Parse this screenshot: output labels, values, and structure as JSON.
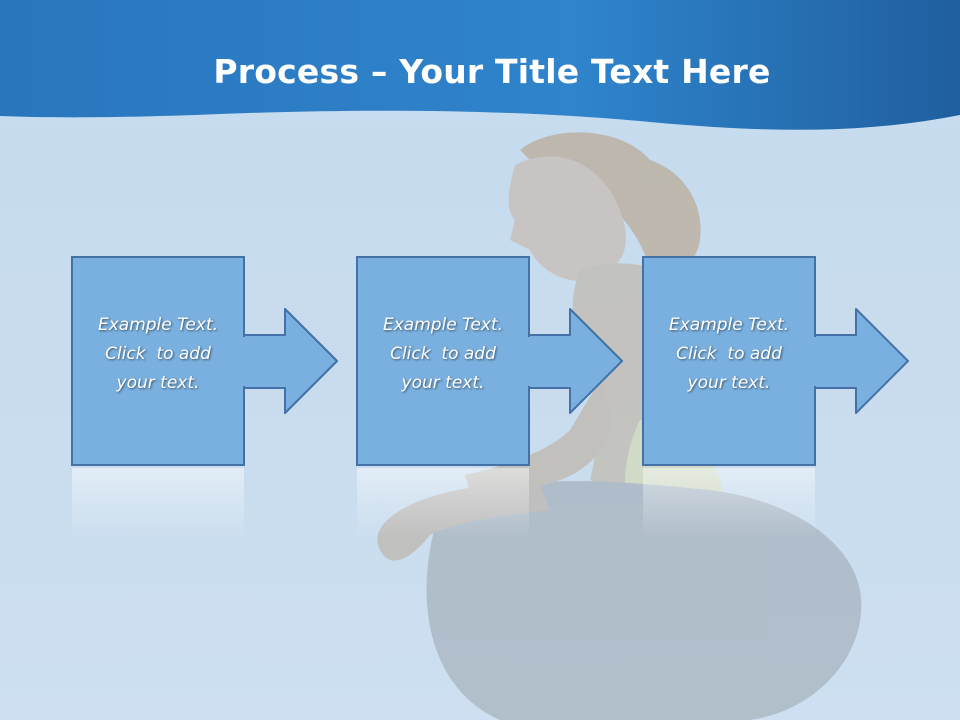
{
  "slide": {
    "title_bold": "Process",
    "title_rest": " – Your Title Text Here",
    "steps": [
      {
        "lines": [
          "Example Text.",
          "Click  to add",
          "your text."
        ]
      },
      {
        "lines": [
          "Example Text.",
          "Click  to add",
          "your text."
        ]
      },
      {
        "lines": [
          "Example Text.",
          "Click  to add",
          "your text."
        ]
      }
    ]
  },
  "colors": {
    "header_blue": "#2f7fc4",
    "box_fill": "#7aaedd",
    "box_border": "#3d6fa6",
    "background": "#c8dcee"
  }
}
